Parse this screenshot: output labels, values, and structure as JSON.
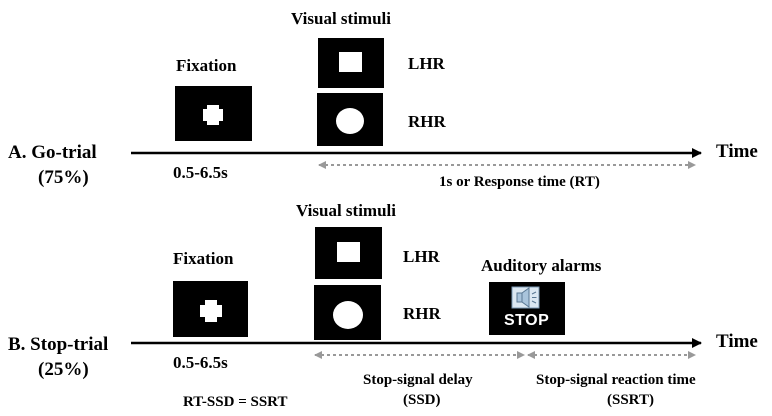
{
  "go_trial": {
    "label": "A.  Go-trial",
    "percent": "(75%)",
    "fixation_title": "Fixation",
    "fixation_duration": "0.5-6.5s",
    "stimuli_title": "Visual stimuli",
    "lhr_label": "LHR",
    "rhr_label": "RHR",
    "time_label": "Time",
    "window_label": "1s or Response time (RT)"
  },
  "stop_trial": {
    "label": "B. Stop-trial",
    "percent": "(25%)",
    "fixation_title": "Fixation",
    "fixation_duration": "0.5-6.5s",
    "stimuli_title": "Visual stimuli",
    "lhr_label": "LHR",
    "rhr_label": "RHR",
    "alarm_title": "Auditory alarms",
    "stop_text": "STOP",
    "time_label": "Time",
    "ssd_label": "Stop-signal delay",
    "ssd_abbr": "(SSD)",
    "ssrt_label": "Stop-signal reaction time",
    "ssrt_abbr": "(SSRT)",
    "formula": "RT-SSD = SSRT"
  },
  "colors": {
    "timeline": "#000000",
    "dotted_arrow": "#999999",
    "speaker_fill": "#a9c4dc",
    "speaker_bg": "#dce8f2"
  },
  "icons": [
    "fixation-cross-icon",
    "square-stimulus-icon",
    "circle-stimulus-icon",
    "speaker-icon"
  ]
}
